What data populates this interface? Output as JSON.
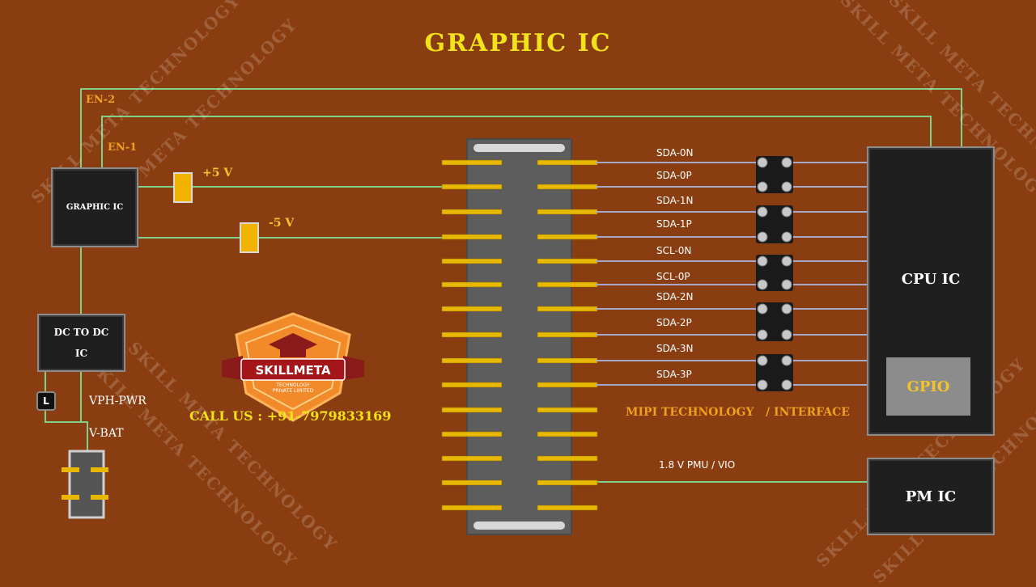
{
  "title": "GRAPHIC IC",
  "labels": {
    "en2": "EN-2",
    "en1": "EN-1",
    "plus5v": "+5 V",
    "minus5v": "-5 V",
    "vph_pwr": "VPH-PWR",
    "vbat": "V-BAT",
    "inductor": "L",
    "mipi": "MIPI TECHNOLOGY   / INTERFACE",
    "pmu": "1.8 V PMU / VIO",
    "call": "CALL US : +91-7979833169"
  },
  "blocks": {
    "graphic_ic": "GRAPHIC IC",
    "dc_to_dc": "DC TO DC IC",
    "cpu_ic": "CPU IC",
    "gpio": "GPIO",
    "pm_ic": "PM IC"
  },
  "signals": [
    "SDA-0N",
    "SDA-0P",
    "SDA-1N",
    "SDA-1P",
    "SCL-0N",
    "SCL-0P",
    "SDA-2N",
    "SDA-2P",
    "SDA-3N",
    "SDA-3P"
  ],
  "logo": {
    "name": "SKILLMETA",
    "tagline": "TECHNOLOGY PRIVATE LIMITED"
  },
  "watermark_text": "SKILL META TECHNOLOGY",
  "colors": {
    "background": "#8a3d10",
    "wire": "#7fd08a",
    "signal_wire": "#a8a8c8",
    "title": "#f2e21a",
    "accent": "#f0a020",
    "capacitor": "#f2b300",
    "chip": "#1f1f1f",
    "gold_pin": "#e8b800"
  }
}
